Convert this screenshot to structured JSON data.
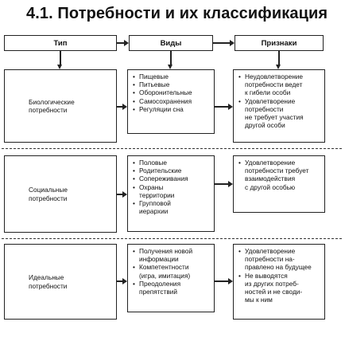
{
  "title": "4.1. Потребности и их классификация",
  "headers": {
    "type": "Тип",
    "kinds": "Виды",
    "signs": "Признаки"
  },
  "rows": [
    {
      "type": "Биологические\nпотребности",
      "kinds": [
        "Пищевые",
        "Питьевые",
        "Оборонительные",
        "Самосохранения",
        "Регуляции сна"
      ],
      "signs": [
        "Неудовлетворение\nпотребности ведет\nк гибели особи",
        "Удовлетворение\nпотребности\nне требует участия\nдругой особи"
      ]
    },
    {
      "type": "Социальные\nпотребности",
      "kinds": [
        "Половые",
        "Родительские",
        "Сопереживания",
        "Охраны\nтерритории",
        "Групповой\nиерархии"
      ],
      "signs": [
        "Удовлетворение\nпотребности требует\nвзаимодействия\nс другой особью"
      ]
    },
    {
      "type": "Идеальные\nпотребности",
      "kinds": [
        "Получения новой\nинформации",
        "Компетентности\n(игра, имитация)",
        "Преодоления\nпрепятствий"
      ],
      "signs": [
        "Удовлетворение\nпотребности на-\nправлено на будущее",
        "Не выводятся\nиз других потреб-\nностей и не своди-\nмы к ним"
      ]
    }
  ]
}
